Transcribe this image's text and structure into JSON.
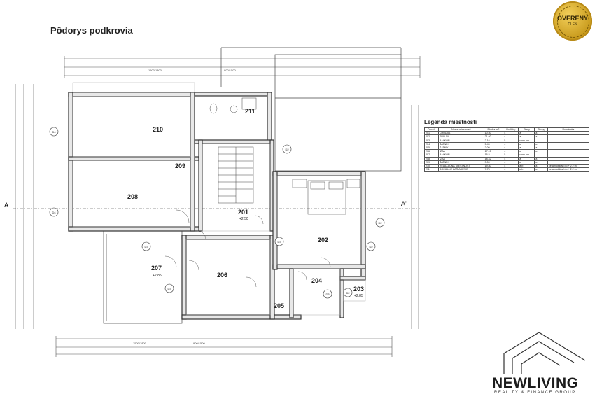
{
  "title": "Pôdorys podkrovia",
  "badge": {
    "main": "OVERENÝ",
    "sub": "ČLEN"
  },
  "rooms": {
    "r201": "201",
    "r201_lvl": "+2.50",
    "r202": "202",
    "r203": "203",
    "r203_lvl": "+2.85",
    "r204": "204",
    "r205": "205",
    "r206": "206",
    "r207": "207",
    "r207_lvl": "+2.85",
    "r208": "208",
    "r209": "209",
    "r210": "210",
    "r211": "211"
  },
  "section_marks": {
    "left": "A",
    "right": "A'"
  },
  "window_tags": [
    "D4",
    "D4",
    "D3",
    "D3",
    "D3",
    "D2",
    "D2",
    "D2",
    "D2",
    "D3"
  ],
  "dims": {
    "top1": "1500/1800",
    "top2": "900/1500",
    "bottom1": "1500/1800",
    "bottom2": "900/1500"
  },
  "legend": {
    "title": "Legenda miestností",
    "headers": [
      "Označ.",
      "Názov miestnosti",
      "Plocha m2",
      "Podlahy",
      "Steny",
      "Stropy",
      "Poznámka"
    ],
    "rows": [
      [
        "201",
        "CHODBA",
        "10.50",
        "4",
        "a",
        "a",
        ""
      ],
      [
        "202",
        "SPÁLŇA",
        "21.60",
        "4",
        "a",
        "a",
        ""
      ],
      [
        "203",
        "BALKÓN",
        "2.16",
        "5",
        "vonk.om",
        "",
        " "
      ],
      [
        "204",
        "ŠATNÍK",
        "5.45",
        "4",
        "a",
        "a",
        ""
      ],
      [
        "205",
        "ŠATNÍK",
        "2.00",
        "4",
        "a",
        "a",
        ""
      ],
      [
        "206",
        "IZBA",
        "17.15",
        "4",
        "a",
        "a",
        ""
      ],
      [
        "207",
        "BALKÓN",
        "16.5",
        "5",
        "vonk.om",
        "",
        ""
      ],
      [
        "208",
        "IZBA",
        "18.42",
        "4",
        "a",
        "a",
        ""
      ],
      [
        "209",
        "ŠATNÍK",
        "3.00",
        "4",
        "a",
        "a",
        ""
      ],
      [
        "210",
        "RELAXAČNÁ MIESTNOSŤ",
        "19.80",
        "4",
        "a,b",
        "a",
        "keram obklad do + 2.2 m"
      ],
      [
        "211",
        "SOCIÁLNE ZARIADENIE",
        "7.75",
        "4",
        "a,b",
        "a",
        "keram obklad do + 2.2 m"
      ]
    ]
  },
  "logo": {
    "word": "NEWLIVING",
    "sub": "REALITY & FINANCE GROUP"
  }
}
